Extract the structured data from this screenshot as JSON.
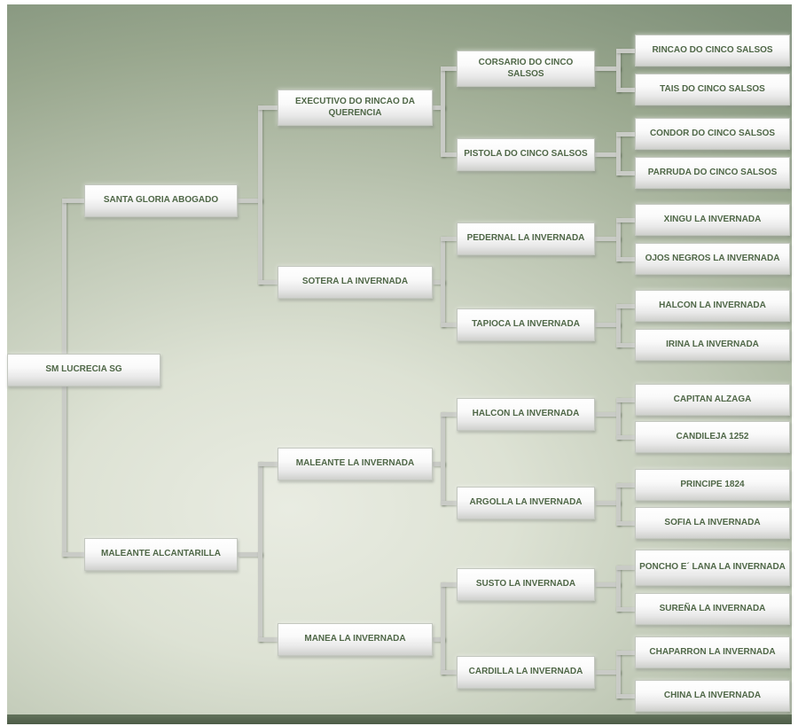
{
  "colors": {
    "background_dark": "#768770",
    "background_light": "#e9ece2",
    "bottom_bar": "#4d5c48",
    "node_text": "#4f6747",
    "connector_line": "#c9cbc6",
    "node_fill_top": "#ffffff",
    "node_fill_bottom": "#cfd0cd"
  },
  "pedigree": {
    "type": "pedigree-tree",
    "generations": [
      [
        "SM LUCRECIA SG"
      ],
      [
        "SANTA GLORIA ABOGADO",
        "MALEANTE ALCANTARILLA"
      ],
      [
        "EXECUTIVO DO RINCAO DA QUERENCIA",
        "SOTERA LA INVERNADA",
        "MALEANTE LA INVERNADA",
        "MANEA LA INVERNADA"
      ],
      [
        "CORSARIO DO CINCO SALSOS",
        "PISTOLA DO CINCO SALSOS",
        "PEDERNAL LA INVERNADA",
        "TAPIOCA LA INVERNADA",
        "HALCON LA INVERNADA",
        "ARGOLLA LA INVERNADA",
        "SUSTO LA INVERNADA",
        "CARDILLA LA INVERNADA"
      ],
      [
        "RINCAO DO CINCO SALSOS",
        "TAIS DO CINCO SALSOS",
        "CONDOR DO CINCO SALSOS",
        "PARRUDA DO CINCO SALSOS",
        "XINGU LA INVERNADA",
        "OJOS NEGROS LA INVERNADA",
        "HALCON LA INVERNADA",
        "IRINA LA INVERNADA",
        "CAPITAN ALZAGA",
        "CANDILEJA 1252",
        "PRINCIPE 1824",
        "SOFIA LA INVERNADA",
        "PONCHO E´ LANA LA INVERNADA",
        "SUREÑA LA INVERNADA",
        "CHAPARRON LA INVERNADA",
        "CHINA LA INVERNADA"
      ]
    ]
  }
}
